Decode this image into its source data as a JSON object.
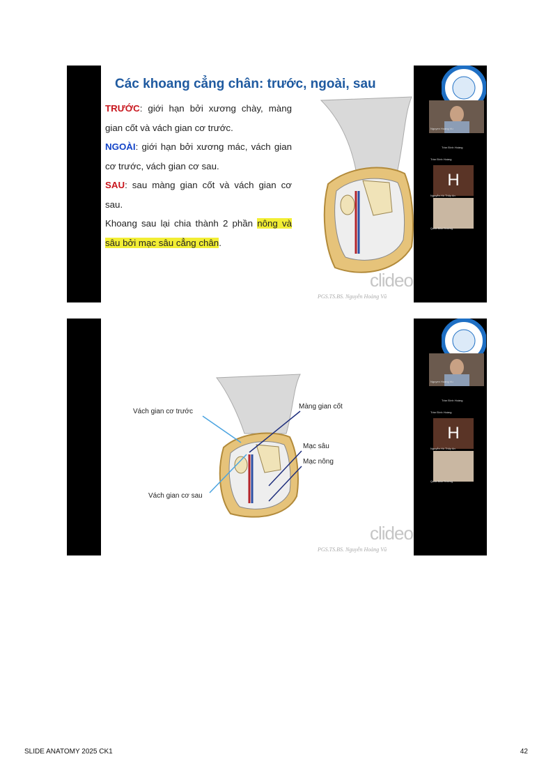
{
  "slide1": {
    "title": "Các khoang cẳng chân: trước, ngoài, sau",
    "paragraphs": {
      "truoc_key": "TRƯỚC",
      "truoc_text": ": giới hạn bởi xương chày, màng gian cốt và vách gian cơ trước.",
      "ngoai_key": "NGOÀI",
      "ngoai_text": ": giới hạn bởi xương mác, vách gian cơ trước, vách gian cơ sau.",
      "sau_key": "SAU",
      "sau_text": ": sau màng gian cốt và vách gian cơ sau.",
      "khoang_text": " Khoang sau lại chia thành 2 phần ",
      "highlight_text": "nông và sâu bởi mạc sâu cẳng chân",
      "end_punct": "."
    },
    "credit": "PGS.TS.BS. Nguyễn Hoàng Vũ",
    "watermark": "clideo.com"
  },
  "slide2": {
    "labels": {
      "vach_truoc": "Vách gian cơ trước",
      "mang_gian_cot": "Màng gian cốt",
      "mac_sau": "Mạc sâu",
      "mac_nong": "Mạc nông",
      "vach_sau": "Vách gian cơ sau"
    },
    "credit": "PGS.TS.BS. Nguyễn Hoàng Vũ",
    "watermark": "clideo.com"
  },
  "sidepanel": {
    "participants": [
      "Trần Đình Hoàng",
      "Trần Đình Hoàng",
      "Nguyễn Hồ Thủy An",
      "Quốc Bảo Trương",
      "Nguyen Hoang Vu"
    ],
    "avatar_letter": "H"
  },
  "footer": {
    "left": "SLIDE ANATOMY 2025 CK1",
    "right": "42"
  },
  "colors": {
    "title_blue": "#1f5aa0",
    "key_red": "#c8161d",
    "key_blue": "#1344c8",
    "highlight": "#f2ee34"
  }
}
